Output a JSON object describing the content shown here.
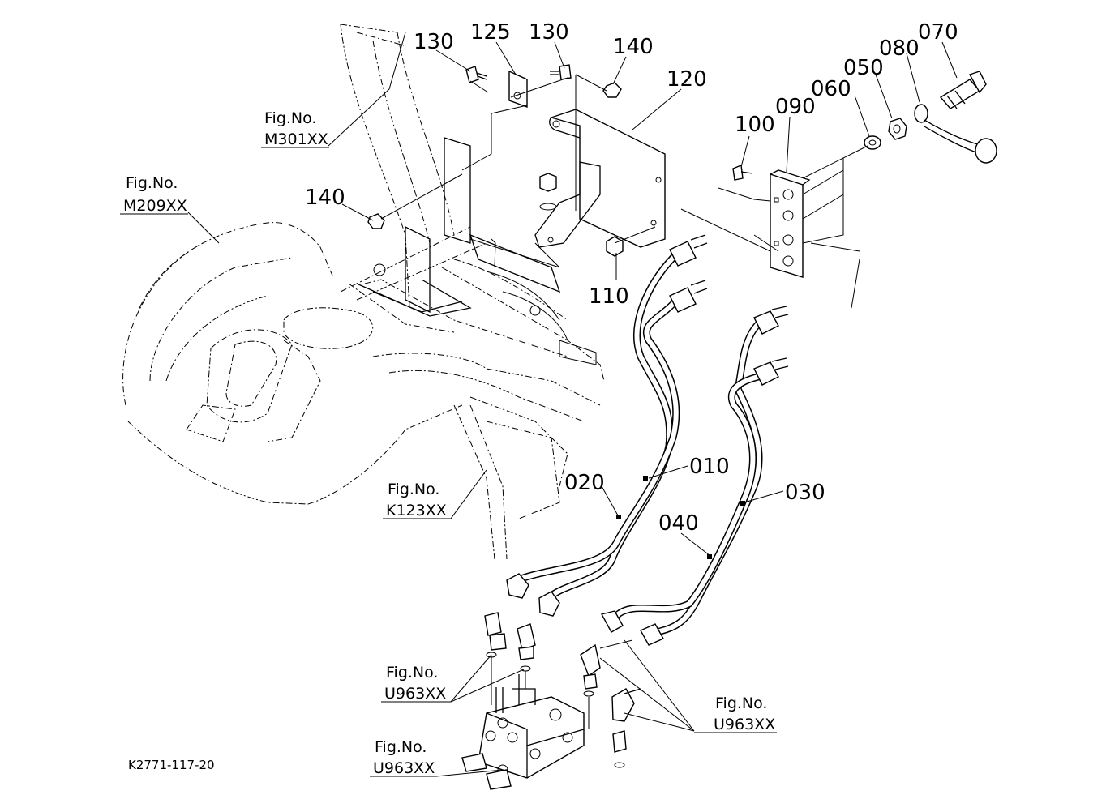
{
  "drawing_code": "K2771-117-20",
  "callouts": {
    "c130a": "130",
    "c125": "125",
    "c130b": "130",
    "c140a": "140",
    "c120": "120",
    "c140b": "140",
    "c110": "110",
    "c100": "100",
    "c090": "090",
    "c060": "060",
    "c050": "050",
    "c080": "080",
    "c070": "070",
    "c010": "010",
    "c020": "020",
    "c030": "030",
    "c040": "040"
  },
  "fig_refs": {
    "m301": {
      "label": "Fig.No.",
      "code": "M301XX"
    },
    "m209": {
      "label": "Fig.No.",
      "code": "M209XX"
    },
    "k123": {
      "label": "Fig.No.",
      "code": "K123XX"
    },
    "u963a": {
      "label": "Fig.No.",
      "code": "U963XX"
    },
    "u963b": {
      "label": "Fig.No.",
      "code": "U963XX"
    },
    "u963c": {
      "label": "Fig.No.",
      "code": "U963XX"
    }
  }
}
